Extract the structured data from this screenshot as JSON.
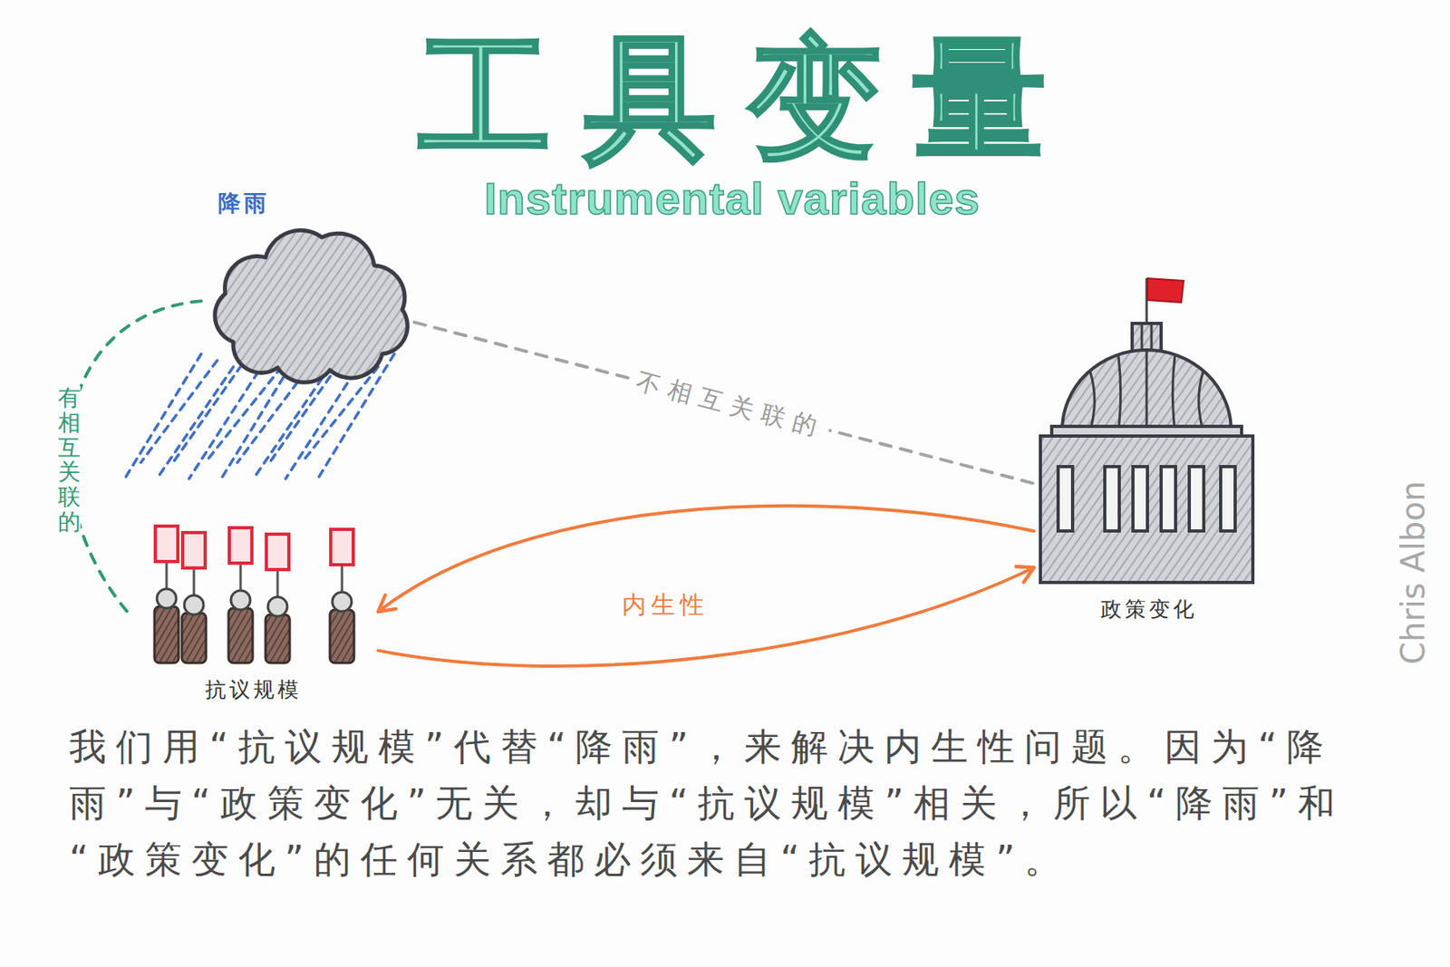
{
  "diagram": {
    "title": "工具变量",
    "caption": "我们用“抗议规模”代替“降雨”，来解决内生性问题。因为“降雨”与“政策变化”无关，却与“抗议规模”相关，所以“降雨”和“政策变化”的任何关系都必须来自“抗议规模”。",
    "nodes": [
      {
        "text": [
          "降雨"
        ]
      },
      {
        "text": [
          "抗议规模"
        ]
      },
      {
        "text": [
          "政策变化"
        ]
      }
    ],
    "edges": [
      {
        "from": 0,
        "to": 1,
        "arrow": "none",
        "label": "有相互关联的"
      },
      {
        "from": 0,
        "to": 2,
        "arrow": "none",
        "label": "不相互关联的"
      },
      {
        "from": 2,
        "to": 1,
        "arrow": "to",
        "label": "内生性"
      },
      {
        "from": 1,
        "to": 2,
        "arrow": "to"
      }
    ],
    "labels": [
      "Instrumental variables",
      "Chris Albon"
    ]
  }
}
